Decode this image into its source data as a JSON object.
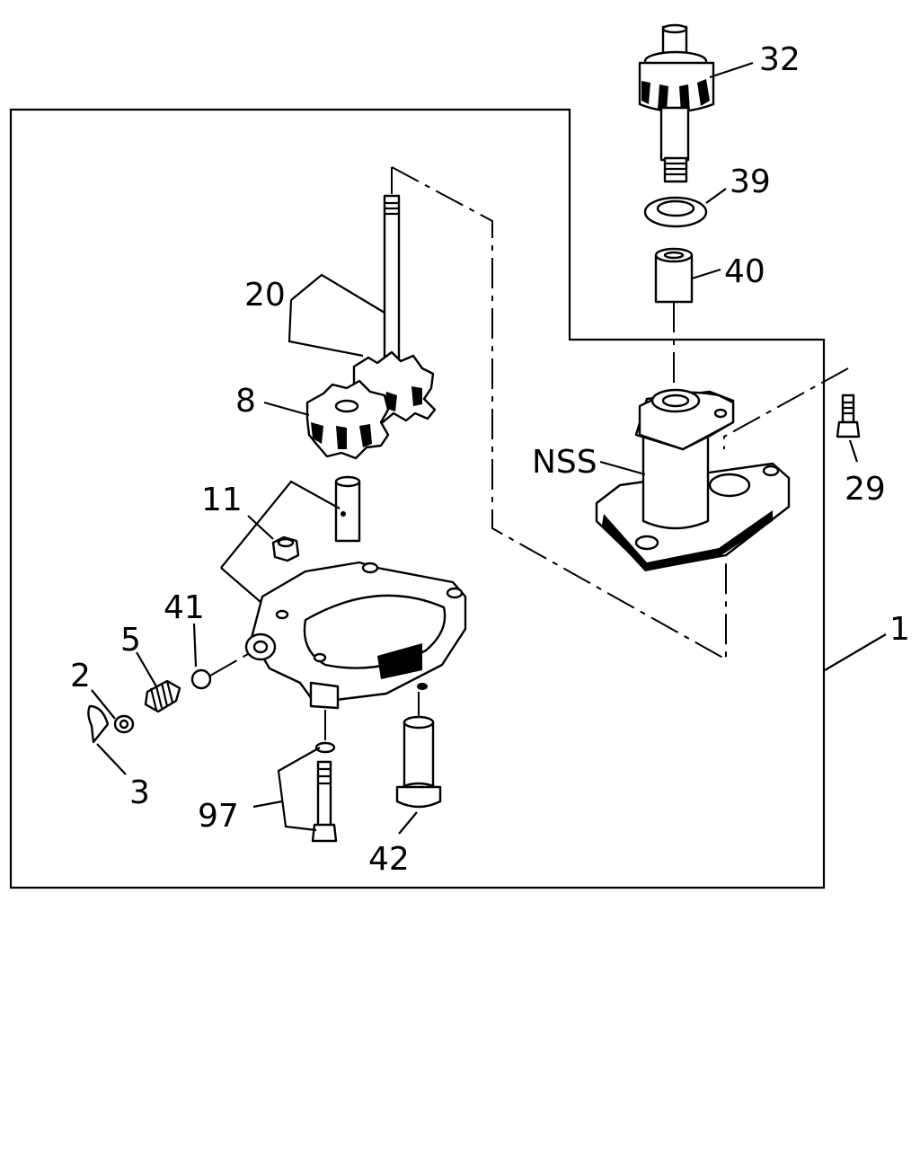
{
  "labels": {
    "p1": "1",
    "p2": "2",
    "p3": "3",
    "p5": "5",
    "p8": "8",
    "p11": "11",
    "p20": "20",
    "p29": "29",
    "p32": "32",
    "p39": "39",
    "p40": "40",
    "p41": "41",
    "p42": "42",
    "p97": "97",
    "nss": "NSS"
  }
}
